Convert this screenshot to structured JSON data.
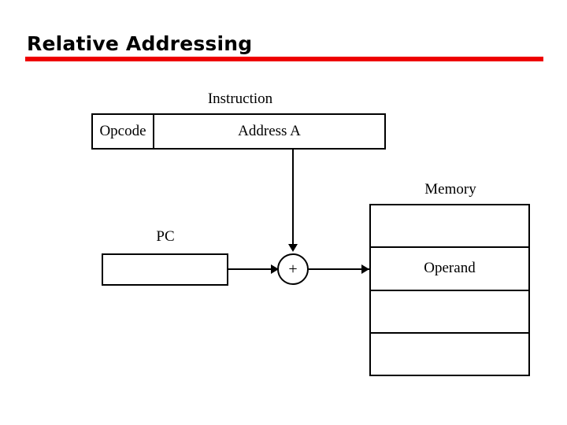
{
  "slide": {
    "title": "Relative Addressing",
    "accent_color": "#ee0000",
    "background_color": "#ffffff",
    "text_color": "#000000"
  },
  "diagram": {
    "instruction": {
      "label": "Instruction",
      "opcode_label": "Opcode",
      "address_label": "Address A"
    },
    "pc": {
      "label": "PC",
      "value": ""
    },
    "adder": {
      "symbol": "+"
    },
    "memory": {
      "label": "Memory",
      "rows": [
        {
          "value": ""
        },
        {
          "value": "Operand"
        },
        {
          "value": ""
        },
        {
          "value": ""
        }
      ]
    }
  }
}
